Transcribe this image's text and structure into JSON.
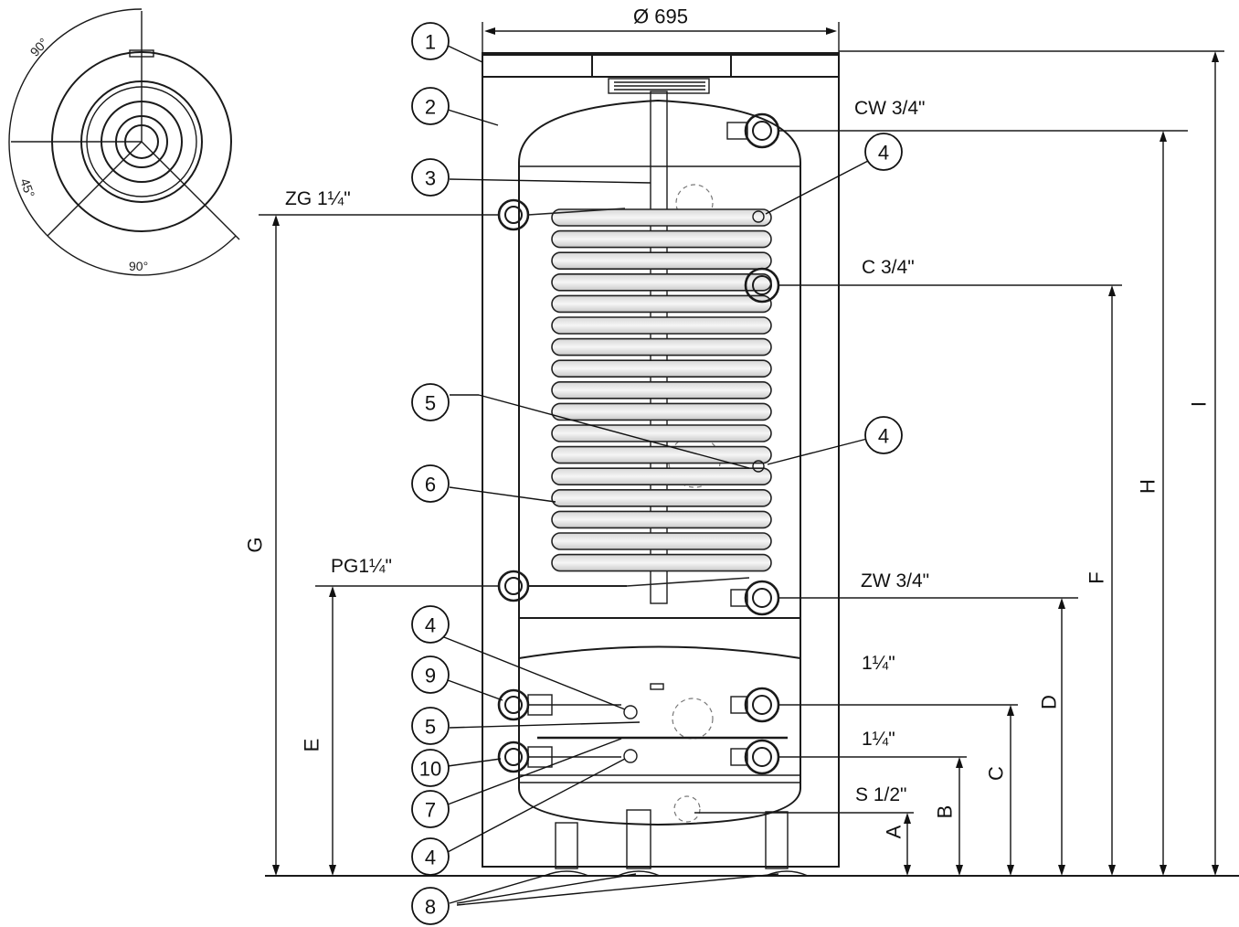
{
  "top_view": {
    "angle_top": "90°",
    "angle_left": "45°",
    "angle_bottom": "90°"
  },
  "diameter_label": "Ø 695",
  "connections": {
    "cw": "CW 3/4\"",
    "zg": "ZG 1¼\"",
    "c": "C 3/4\"",
    "pg": "PG1¼\"",
    "zw": "ZW   3/4\"",
    "upper_aux": "1¼\"",
    "lower_aux": "1¼\"",
    "s": "S 1/2\""
  },
  "callouts": [
    "1",
    "2",
    "3",
    "4",
    "4",
    "5",
    "6",
    "4",
    "9",
    "5",
    "10",
    "7",
    "4",
    "8"
  ],
  "dimensions": [
    "A",
    "B",
    "C",
    "D",
    "E",
    "F",
    "G",
    "H",
    "I"
  ]
}
